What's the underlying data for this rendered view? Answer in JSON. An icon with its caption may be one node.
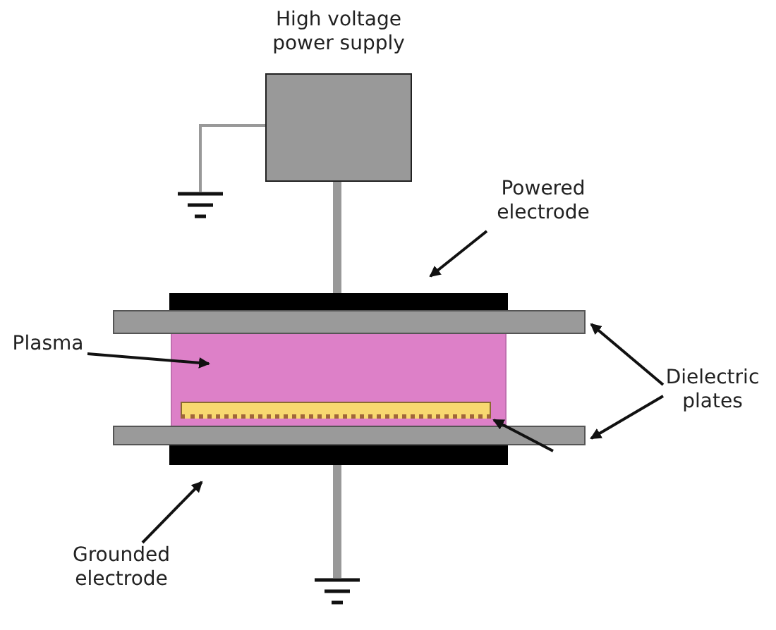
{
  "diagram": {
    "nodes": [
      {
        "text": [
          "High voltage power supply"
        ]
      },
      {
        "text": [],
        "shape": "ground"
      },
      {
        "text": [
          "Powered electrode"
        ]
      },
      {
        "text": [],
        "shape": "bar"
      },
      {
        "text": [],
        "shape": "bar"
      },
      {
        "text": [
          "Plasma"
        ]
      },
      {
        "text": [],
        "shape": "box"
      },
      {
        "text": [],
        "shape": "bar",
        "in": 6
      },
      {
        "text": [
          "Dielectric plates"
        ]
      },
      {
        "text": [],
        "shape": "bar"
      },
      {
        "text": [
          "Grounded electrode"
        ]
      },
      {
        "text": [],
        "shape": "bar"
      },
      {
        "text": [],
        "shape": "ground"
      }
    ],
    "edges": [
      {
        "from": 0,
        "to": 1,
        "arrow": "none",
        "color": "#999999"
      },
      {
        "from": 0,
        "to": 3,
        "arrow": "none",
        "style": "thick",
        "color": "#999999"
      },
      {
        "from": 2,
        "to": 3,
        "arrow": "to"
      },
      {
        "from": 5,
        "to": 6,
        "arrow": "to"
      },
      {
        "from": 8,
        "to": 4,
        "arrow": "to"
      },
      {
        "from": 8,
        "to": 9,
        "arrow": "to"
      },
      {
        "from": 9,
        "to": 7,
        "arrow": "to"
      },
      {
        "from": 10,
        "to": 11,
        "arrow": "to"
      },
      {
        "from": 11,
        "to": 12,
        "arrow": "none",
        "style": "thick",
        "color": "#999999"
      }
    ]
  }
}
